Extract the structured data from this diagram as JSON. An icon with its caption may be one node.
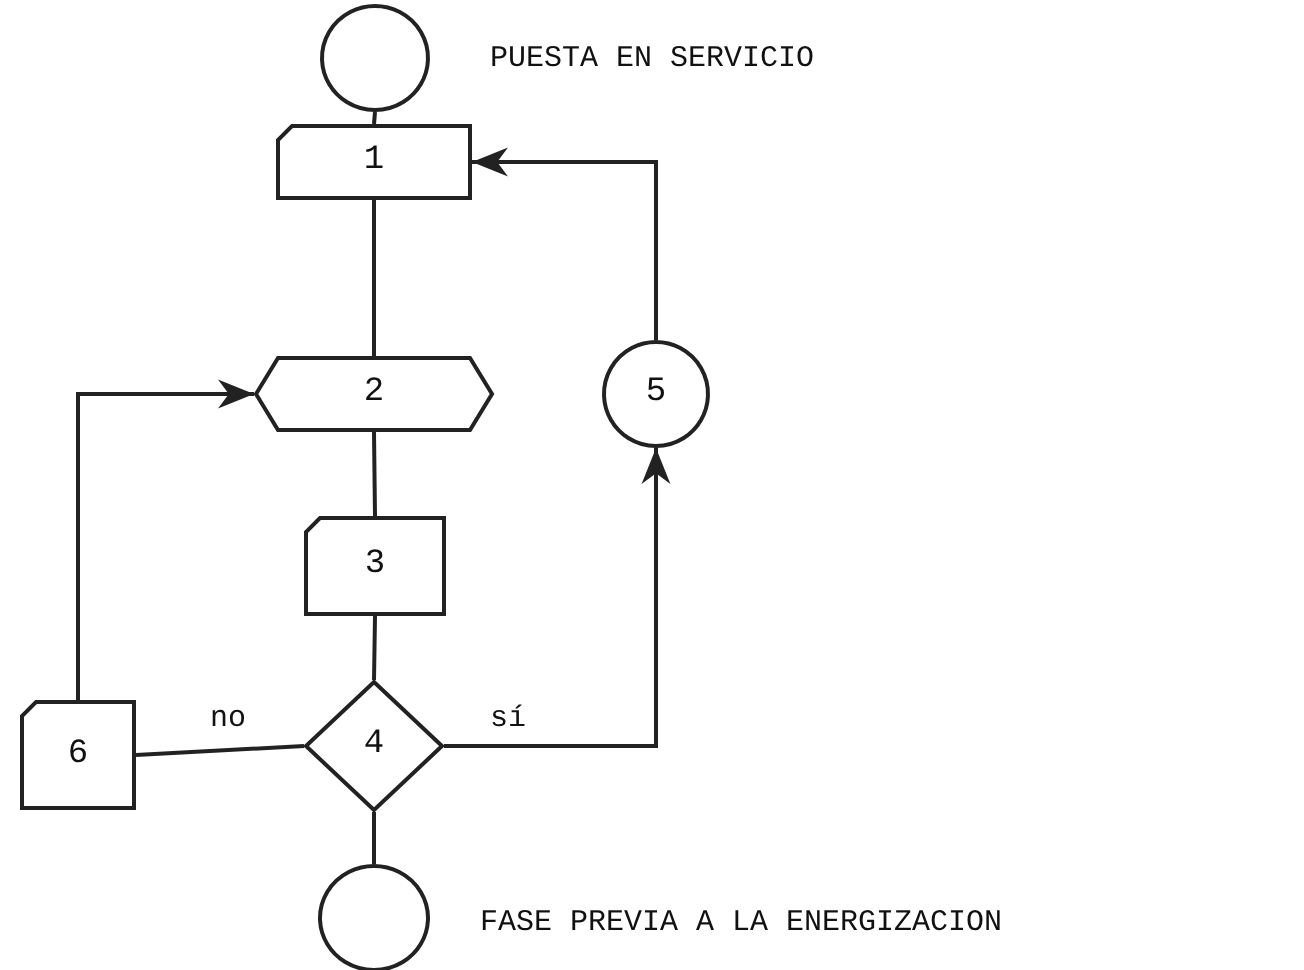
{
  "diagram": {
    "nodes": [
      {
        "text": [],
        "shape": "circle",
        "beside": [
          "PUESTA EN SERVICIO"
        ]
      },
      {
        "text": [
          "1"
        ]
      },
      {
        "text": [
          "2"
        ]
      },
      {
        "text": [
          "3"
        ]
      },
      {
        "text": [
          "4"
        ]
      },
      {
        "text": [
          "5"
        ]
      },
      {
        "text": [
          "6"
        ]
      },
      {
        "text": [],
        "shape": "circle",
        "beside": [
          "FASE PREVIA A LA ENERGIZACION"
        ]
      }
    ],
    "edges": [
      {
        "from": 0,
        "to": 1,
        "arrow": "none"
      },
      {
        "from": 1,
        "to": 2,
        "arrow": "none"
      },
      {
        "from": 2,
        "to": 3,
        "arrow": "none"
      },
      {
        "from": 3,
        "to": 4,
        "arrow": "none"
      },
      {
        "from": 4,
        "to": 6,
        "arrow": "none",
        "label": "no"
      },
      {
        "from": 6,
        "to": 2,
        "arrow": "to"
      },
      {
        "from": 4,
        "to": 5,
        "arrow": "to",
        "label": "sí"
      },
      {
        "from": 5,
        "to": 1,
        "arrow": "to"
      },
      {
        "from": 4,
        "to": 7,
        "arrow": "none"
      }
    ]
  }
}
